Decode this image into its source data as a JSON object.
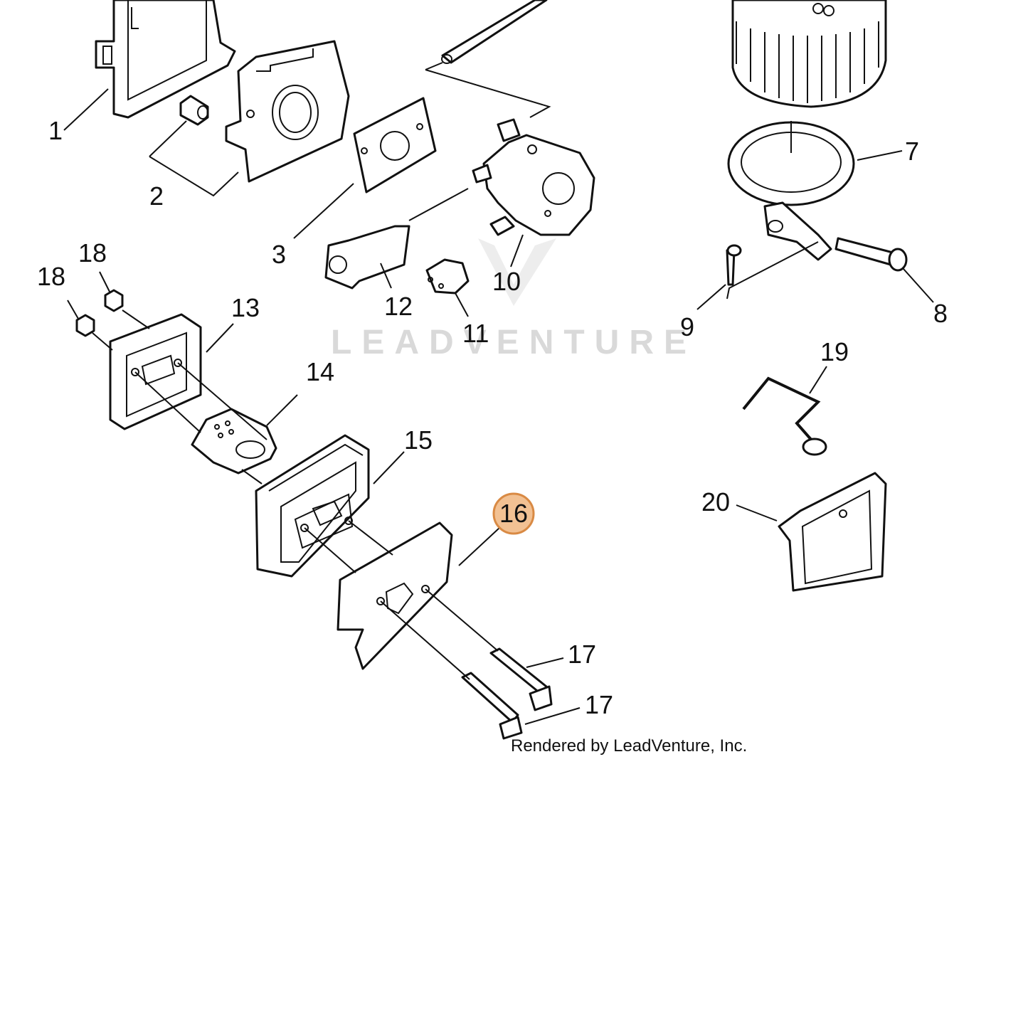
{
  "diagram": {
    "watermark": "LEADVENTURE",
    "credit": "Rendered by LeadVenture, Inc.",
    "highlight_color": "#f2c193",
    "highlight_border": "#d98a44",
    "callouts": [
      {
        "id": "1",
        "label": "1"
      },
      {
        "id": "2",
        "label": "2"
      },
      {
        "id": "3",
        "label": "3"
      },
      {
        "id": "7",
        "label": "7"
      },
      {
        "id": "8",
        "label": "8"
      },
      {
        "id": "9",
        "label": "9"
      },
      {
        "id": "10",
        "label": "10"
      },
      {
        "id": "11",
        "label": "11"
      },
      {
        "id": "12",
        "label": "12"
      },
      {
        "id": "13",
        "label": "13"
      },
      {
        "id": "14",
        "label": "14"
      },
      {
        "id": "15",
        "label": "15"
      },
      {
        "id": "16",
        "label": "16",
        "highlighted": true
      },
      {
        "id": "17a",
        "label": "17"
      },
      {
        "id": "17b",
        "label": "17"
      },
      {
        "id": "18a",
        "label": "18"
      },
      {
        "id": "18b",
        "label": "18"
      },
      {
        "id": "19",
        "label": "19"
      },
      {
        "id": "20",
        "label": "20"
      }
    ]
  }
}
